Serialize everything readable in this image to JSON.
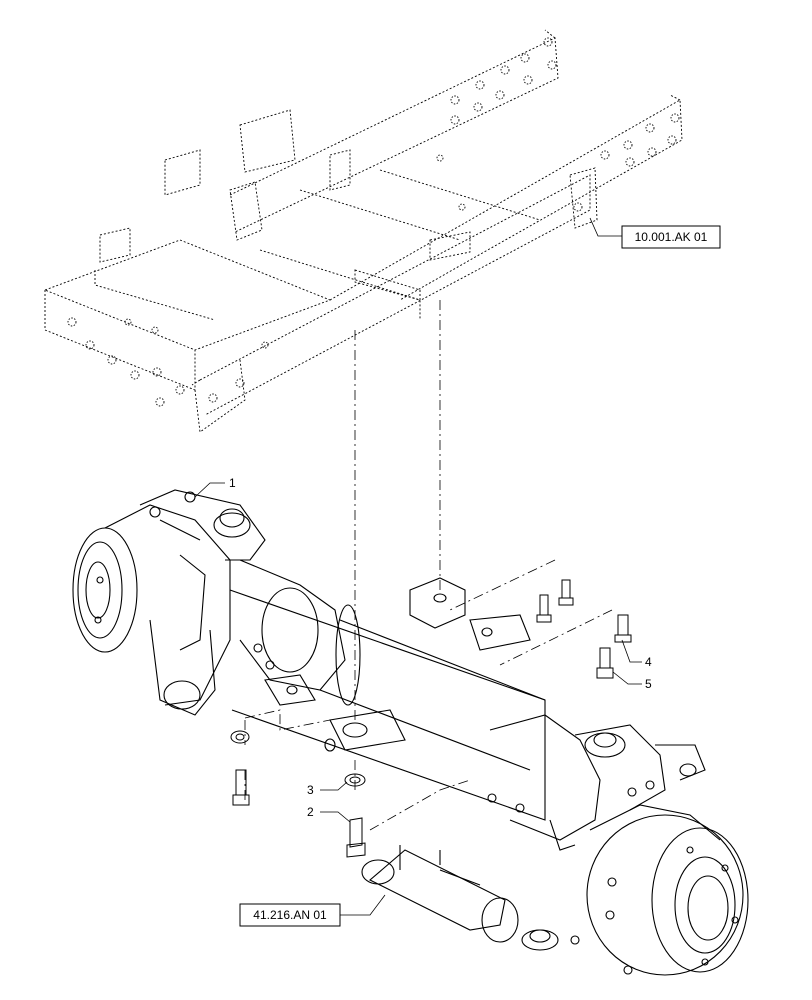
{
  "diagram": {
    "callouts": [
      {
        "id": "1",
        "text": "1"
      },
      {
        "id": "2",
        "text": "2"
      },
      {
        "id": "3",
        "text": "3"
      },
      {
        "id": "4",
        "text": "4"
      },
      {
        "id": "5",
        "text": "5"
      }
    ],
    "references": [
      {
        "id": "frame-ref",
        "text": "10.001.AK 01"
      },
      {
        "id": "cylinder-ref",
        "text": "41.216.AN 01"
      }
    ],
    "colors": {
      "line": "#000000",
      "background": "#ffffff"
    }
  }
}
